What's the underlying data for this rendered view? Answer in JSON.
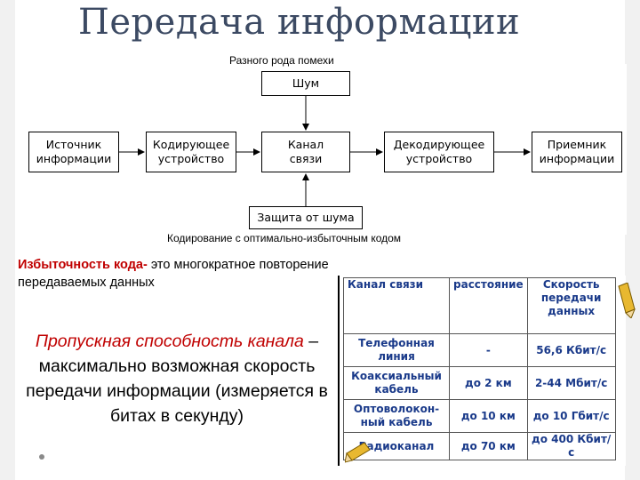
{
  "title": "Передача информации",
  "diagram": {
    "top_caption": "Разного рода помехи",
    "bottom_caption": "Кодирование с оптимально-избыточным кодом",
    "noise": "Шум",
    "source": [
      "Источник",
      "информации"
    ],
    "encoder": [
      "Кодирующее",
      "устройство"
    ],
    "channel": [
      "Канал",
      "связи"
    ],
    "decoder": [
      "Декодирующее",
      "устройство"
    ],
    "receiver": [
      "Приемник",
      "информации"
    ],
    "protection": "Защита от шума"
  },
  "redundancy": {
    "term": "Избыточность кода-",
    "definition": " это многократное повторение передаваемых данных"
  },
  "capacity": {
    "term": "Пропускная способность канала",
    "definition": " – максимально возможная скорость передачи информации (измеряется в битах в секунду)"
  },
  "table": {
    "headers": [
      "Канал связи",
      "расстояние",
      "Скорость передачи данных"
    ],
    "rows": [
      [
        "Телефонная линия",
        "-",
        "56,6 Кбит/с"
      ],
      [
        "Коаксиальный кабель",
        "до 2 км",
        "2-44 Мбит/с"
      ],
      [
        "Оптоволокон-ный кабель",
        "до 10 км",
        "до 10 Гбит/с"
      ],
      [
        "Радиоканал",
        "до 70 км",
        "до 400 Кбит/с"
      ]
    ]
  },
  "colors": {
    "title": "#3c4a63",
    "term": "#c00000",
    "table_text": "#1a3a8a"
  }
}
